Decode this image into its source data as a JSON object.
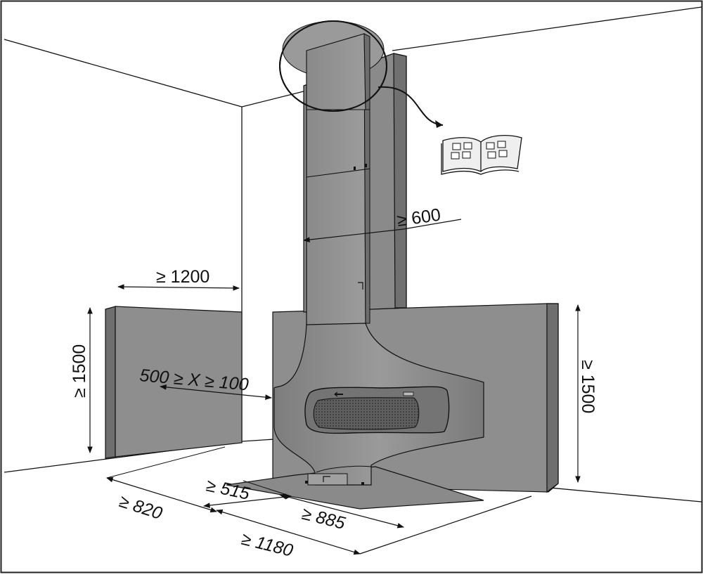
{
  "diagram": {
    "dimensions": {
      "width_min_left": "≥ 1200",
      "height_left": "≥ 1500",
      "height_right": "≥ 1500",
      "clearance_x": "500 ≥ X ≥ 100",
      "depth_600": "≥ 600",
      "depth_820": "≥ 820",
      "depth_515": "≥ 515",
      "depth_885": "≥ 885",
      "depth_1180": "≥ 1180"
    },
    "icons": {
      "manual": "open-book-icon",
      "detail_circle": "detail-magnifier-circle"
    },
    "colors": {
      "panel": "#8c8c8c",
      "panel_dark": "#6e6e6e",
      "hood": "#858585",
      "filter": "#5a5a5a",
      "line": "#111111",
      "frame": "#222222"
    }
  }
}
